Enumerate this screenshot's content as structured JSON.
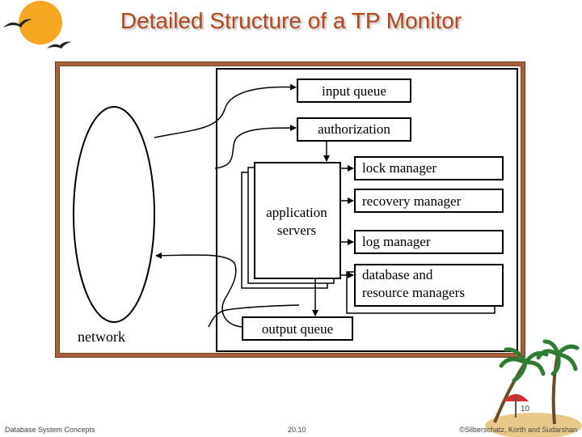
{
  "slide": {
    "title": "Detailed Structure of a TP Monitor",
    "page_number": "10"
  },
  "diagram": {
    "network": "network",
    "input_queue": "input queue",
    "authorization": "authorization",
    "app_servers_line1": "application",
    "app_servers_line2": "servers",
    "lock_manager": "lock manager",
    "recovery_manager": "recovery manager",
    "log_manager": "log manager",
    "db_line1": "database and",
    "db_line2": "resource managers",
    "output_queue": "output queue"
  },
  "footer": {
    "left": "Database System Concepts",
    "center": "20.10",
    "right": "©Silberschatz, Korth and Sudarshan"
  },
  "colors": {
    "title": "#b5451b",
    "frame": "#a8613a",
    "sun": "#f5a623"
  }
}
